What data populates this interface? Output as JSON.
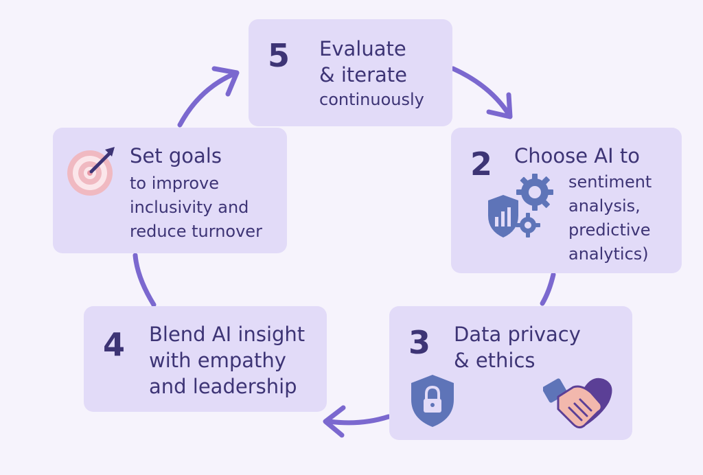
{
  "steps": [
    {
      "id": "goals",
      "number": "",
      "title": "Set goals",
      "lines": [
        "to improve",
        "inclusivity and",
        "reduce turnover"
      ],
      "icon": "target-icon"
    },
    {
      "id": "choose-ai",
      "number": "2",
      "title": "Choose AI to",
      "lines": [
        "sentiment",
        "analysis,",
        "predictive",
        "analytics)"
      ],
      "icon": "shield-chart-gear-icon"
    },
    {
      "id": "privacy",
      "number": "3",
      "title_lines": [
        "Data privacy",
        "& ethics"
      ],
      "icons": [
        "padlock-shield-icon",
        "handshake-heart-icon"
      ]
    },
    {
      "id": "blend",
      "number": "4",
      "title_lines": [
        "Blend AI insight",
        "with empathy",
        "and leadership"
      ]
    },
    {
      "id": "evaluate",
      "number": "5",
      "title_lines": [
        "Evaluate",
        "& iterate"
      ],
      "sub": "continuously"
    }
  ],
  "colors": {
    "background": "#f6f3fc",
    "card": "#e2dbf8",
    "text": "#3d3475",
    "arrow": "#7b68cf",
    "icon_blue": "#5e74b8",
    "target_pink": "#f0b9c1"
  }
}
